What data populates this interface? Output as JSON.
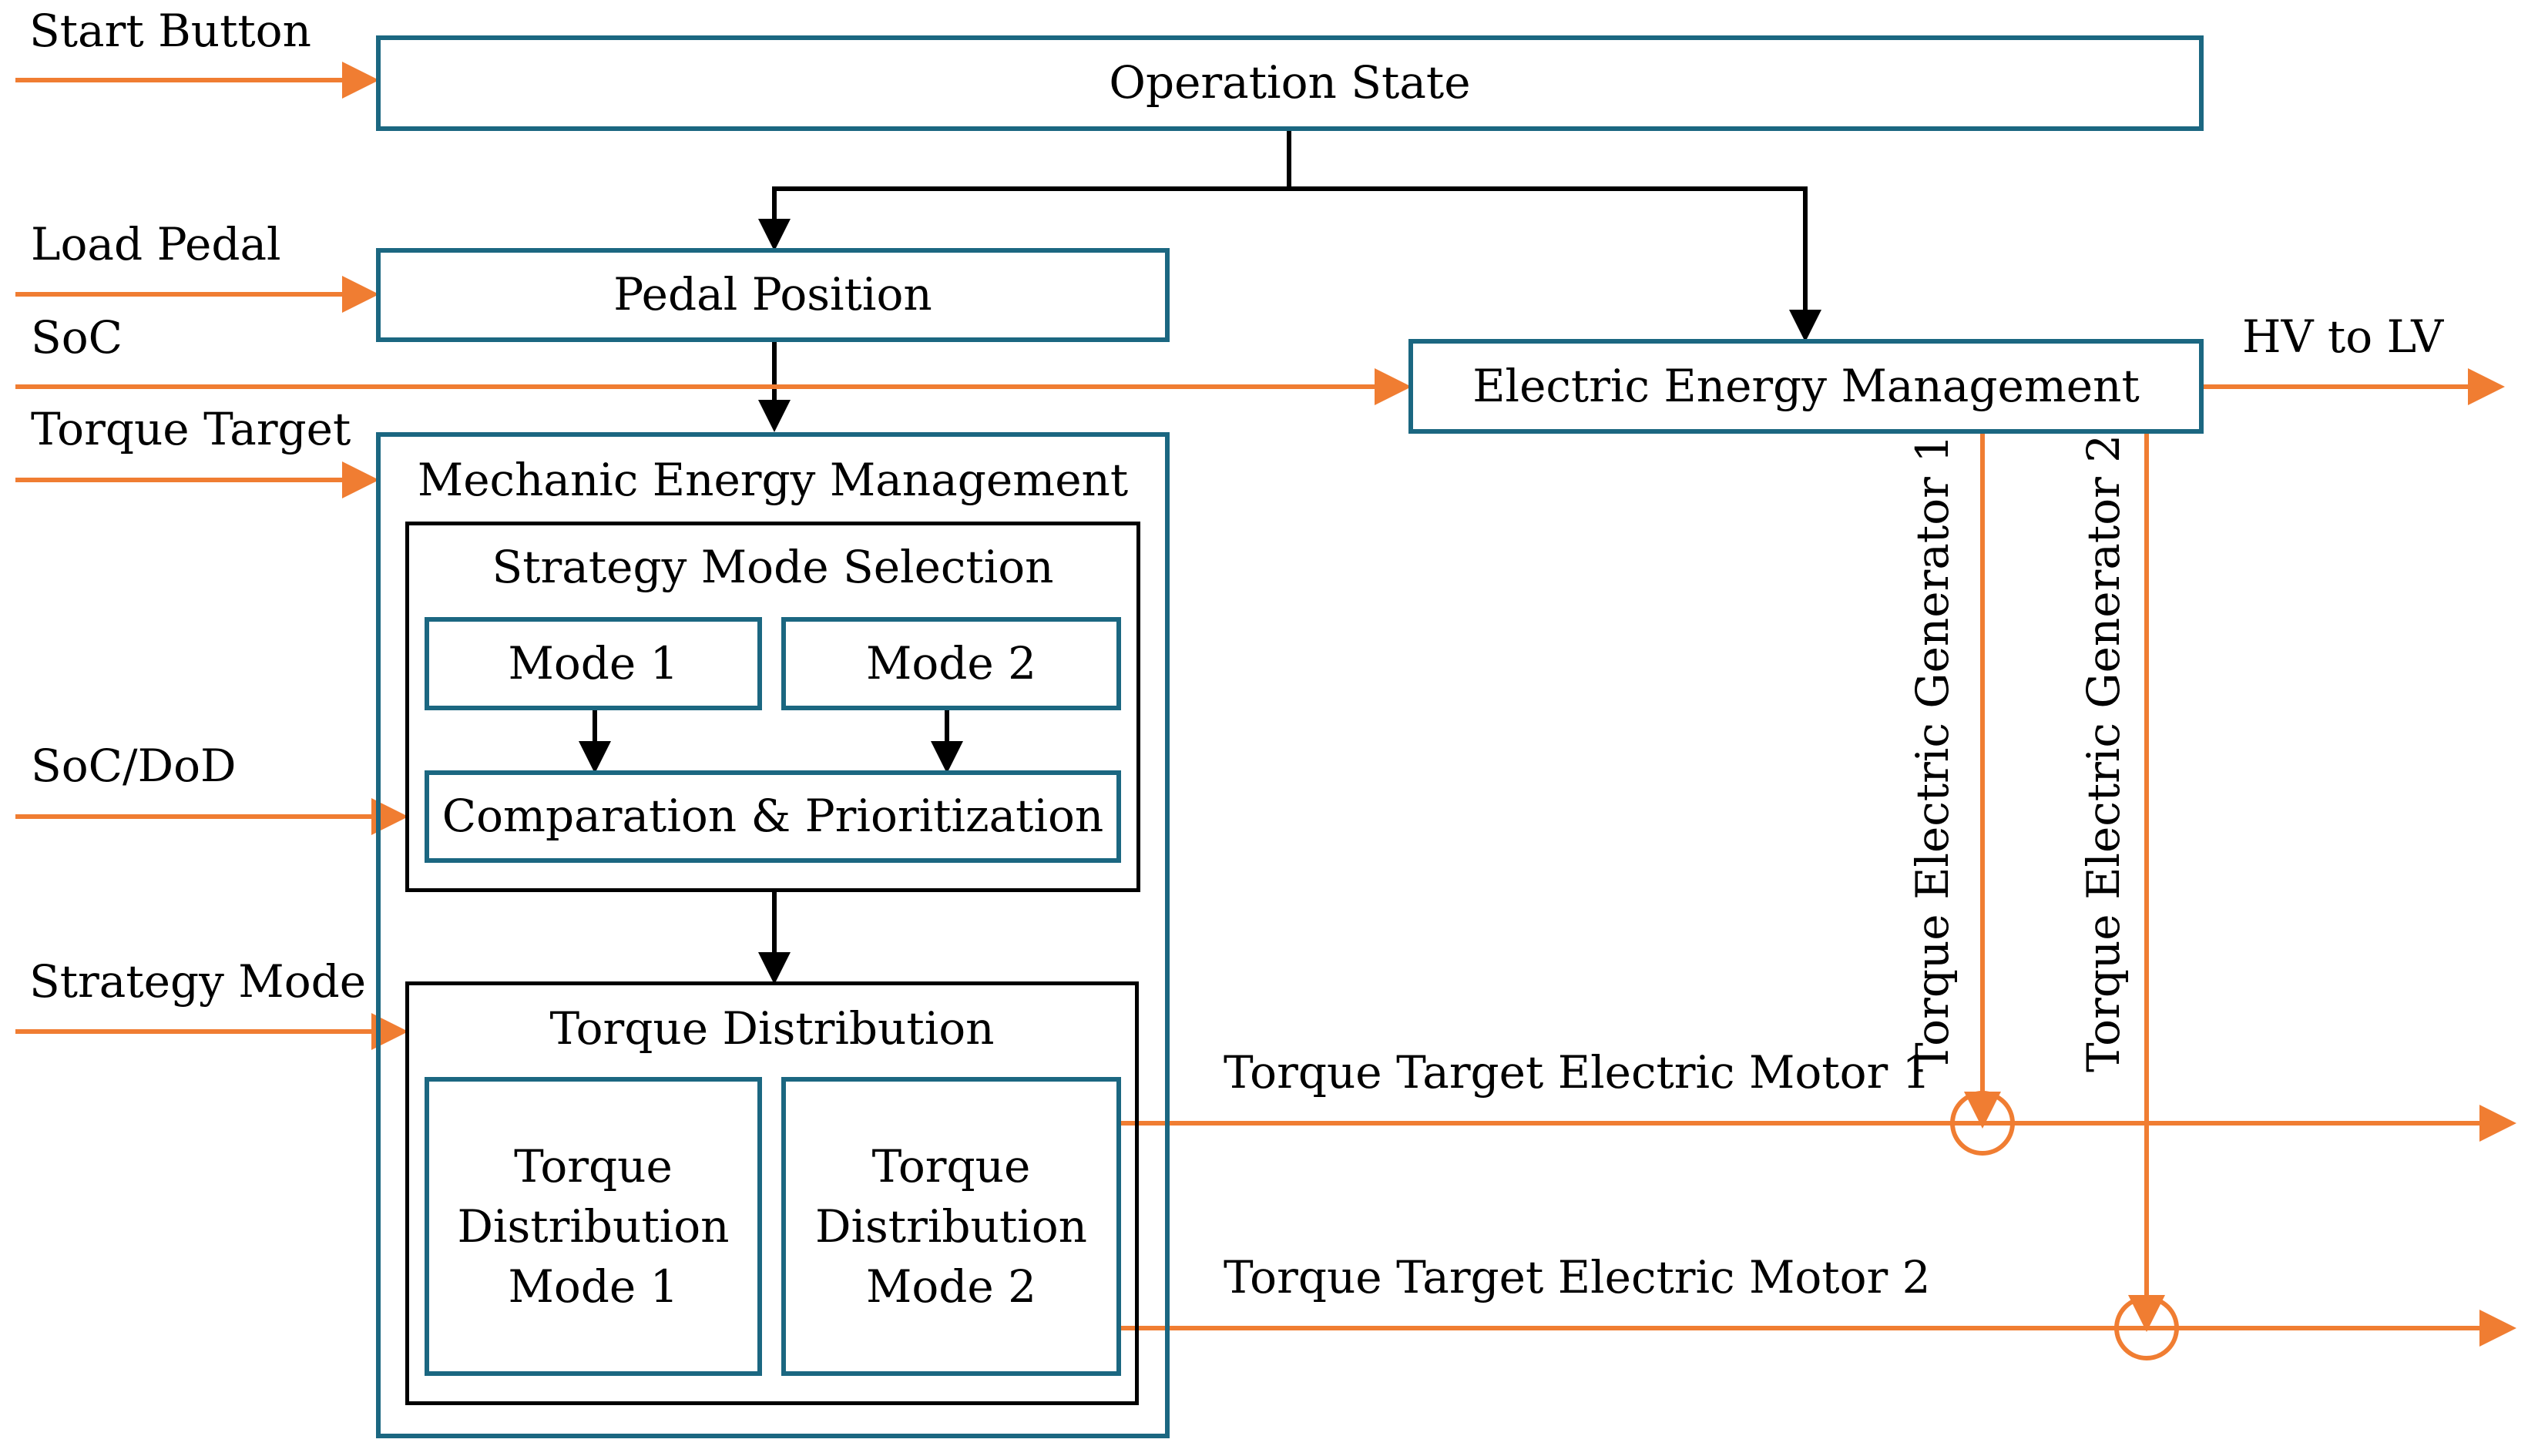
{
  "colors": {
    "box_border": "#1b6781",
    "arrow_orange": "#f07d32",
    "arrow_black": "#000000",
    "background": "#ffffff"
  },
  "inputs": {
    "start_button": "Start Button",
    "load_pedal": "Load Pedal",
    "soc": "SoC",
    "torque_target": "Torque Target",
    "soc_dod": "SoC/DoD",
    "strategy_mode": "Strategy Mode"
  },
  "outputs": {
    "hv_to_lv": "HV to LV",
    "torque_target_em1": "Torque Target Electric Motor 1",
    "torque_target_em2": "Torque Target Electric Motor 2",
    "torque_eg1": "Torque Electric Generator 1",
    "torque_eg2": "Torque Electric Generator 2"
  },
  "blocks": {
    "operation_state": "Operation State",
    "pedal_position": "Pedal Position",
    "electric_energy_management": "Electric Energy Management",
    "mechanic_energy_management": "Mechanic Energy Management",
    "strategy_mode_selection": "Strategy Mode Selection",
    "mode1": "Mode 1",
    "mode2": "Mode 2",
    "comparation": "Comparation & Prioritization",
    "torque_distribution": "Torque Distribution",
    "td_mode1": "Torque\nDistribution\nMode 1",
    "td_mode2": "Torque\nDistribution\nMode 2"
  }
}
